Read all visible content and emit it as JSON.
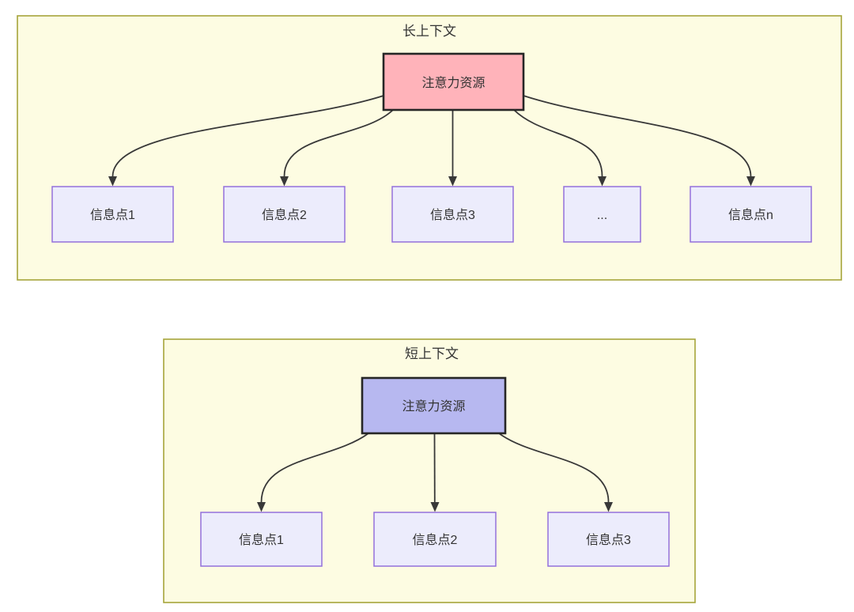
{
  "colors": {
    "canvas_bg": "#ffffff",
    "container_fill": "#fdfce2",
    "container_stroke": "#a6a53b",
    "node_fill": "#ececfc",
    "node_stroke": "#9370db",
    "attention_long_fill": "#ffb3ba",
    "attention_short_fill": "#b7b8f0",
    "attention_stroke": "#262626",
    "line": "#383838",
    "text": "#333333"
  },
  "long_context": {
    "title": "长上下文",
    "attention_label": "注意力资源",
    "info_points": [
      "信息点1",
      "信息点2",
      "信息点3",
      "...",
      "信息点n"
    ]
  },
  "short_context": {
    "title": "短上下文",
    "attention_label": "注意力资源",
    "info_points": [
      "信息点1",
      "信息点2",
      "信息点3"
    ]
  }
}
